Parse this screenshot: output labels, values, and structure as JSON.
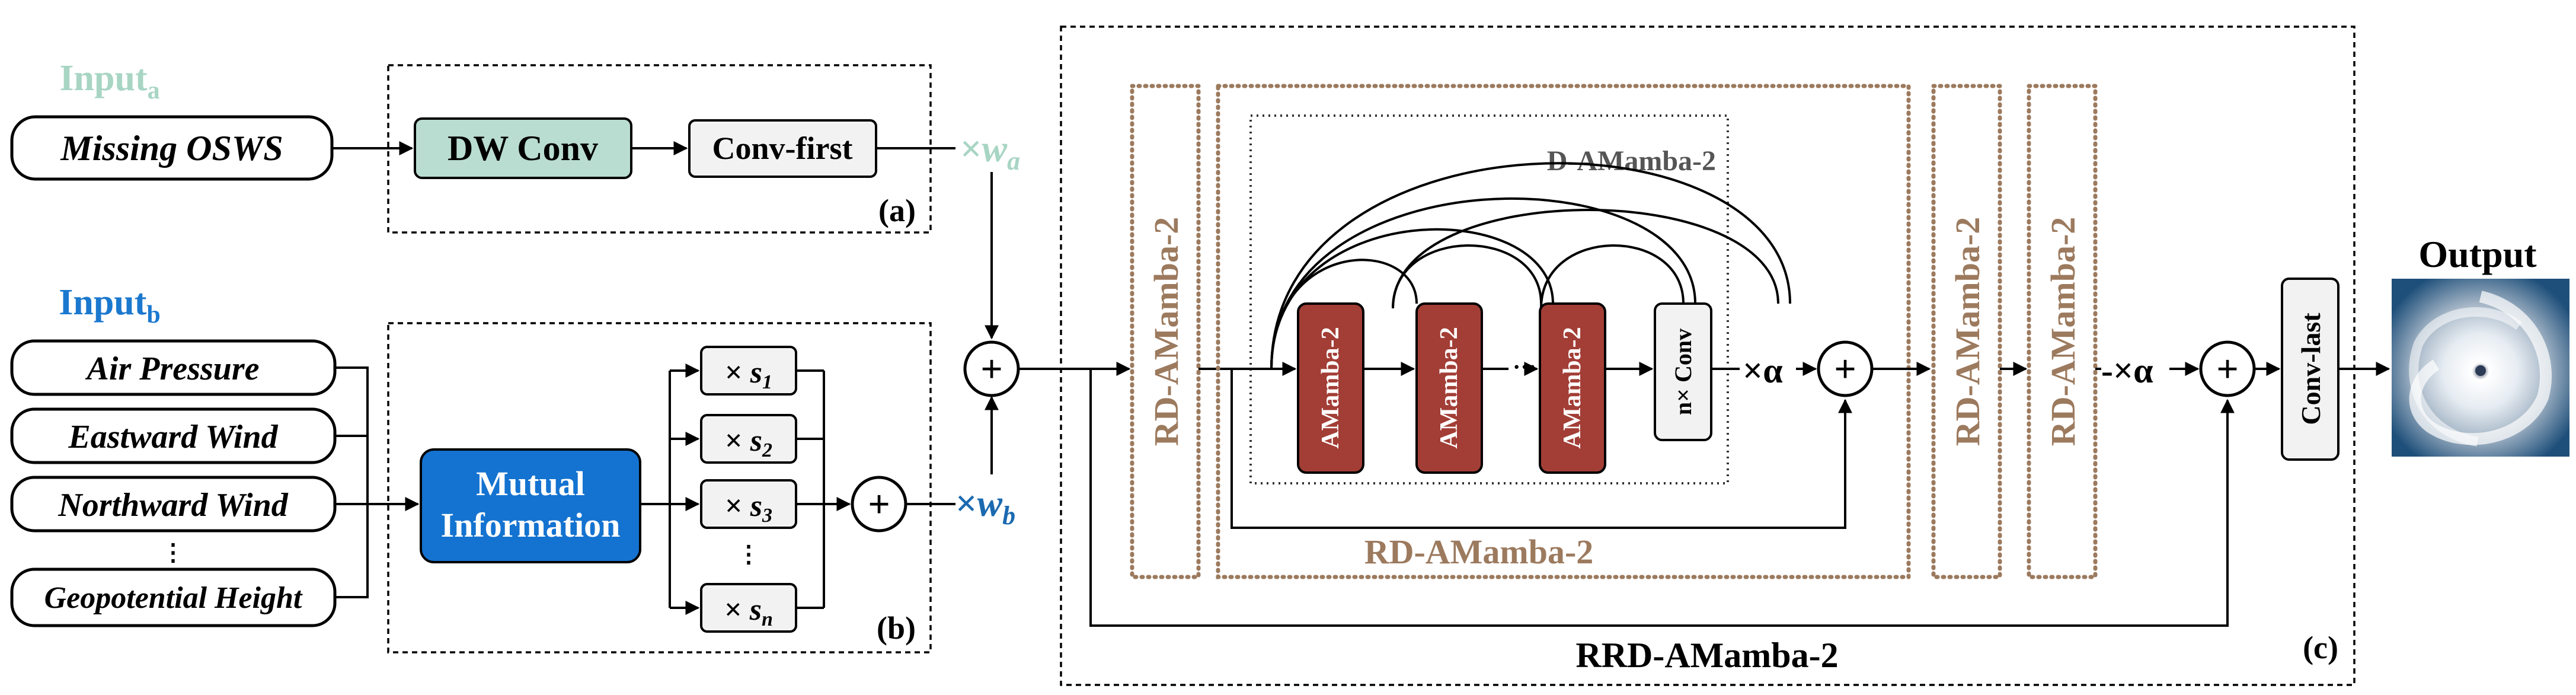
{
  "colors": {
    "input_a": "#a8d5c4",
    "input_b": "#1b78cf",
    "dw_conv": "#b9ddd0",
    "mutual": "#1473d0",
    "amamba": "#a23e36",
    "brown": "#9c7a5e",
    "weight_b": "#1b6ab0"
  },
  "branch_a": {
    "input_label": "Input",
    "input_sub": "a",
    "input_text": "Missing OSWS",
    "dw_conv": "DW Conv",
    "conv_first": "Conv-first",
    "weight": "×",
    "weight_sym": "w",
    "weight_sub": "a",
    "tag": "(a)"
  },
  "branch_b": {
    "input_label": "Input",
    "input_sub": "b",
    "inputs": [
      "Air Pressure",
      "Eastward Wind",
      "Northward Wind",
      "Geopotential Height"
    ],
    "ellipsis": "⋮",
    "mutual_line1": "Mutual",
    "mutual_line2": "Information",
    "scales": [
      {
        "prefix": "× ",
        "sym": "s",
        "sub": "1"
      },
      {
        "prefix": "× ",
        "sym": "s",
        "sub": "2"
      },
      {
        "prefix": "× ",
        "sym": "s",
        "sub": "3"
      },
      {
        "prefix": "× ",
        "sym": "s",
        "sub": "n"
      }
    ],
    "scale_ellipsis": "⋮",
    "weight": "×",
    "weight_sym": "w",
    "weight_sub": "b",
    "tag": "(b)"
  },
  "plus": "+",
  "block_c": {
    "rd_amamba": "RD-AMamba-2",
    "d_amamba": "D-AMamba-2",
    "amamba": "AMamba-2",
    "amamba_ellipsis": "···",
    "n_conv": "n× Conv",
    "alpha": "×α",
    "alpha2": "-×α",
    "rd_bottom": "RD-AMamba-2",
    "rrd_title": "RRD-AMamba-2",
    "conv_last": "Conv-last",
    "tag": "(c)"
  },
  "output": {
    "label": "Output"
  }
}
